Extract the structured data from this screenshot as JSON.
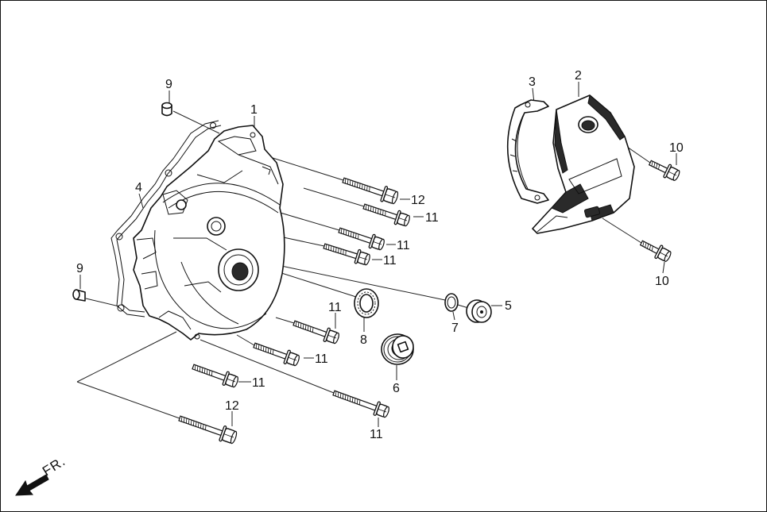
{
  "diagram": {
    "callouts": [
      "9",
      "1",
      "3",
      "2",
      "10",
      "4",
      "12",
      "11",
      "11",
      "11",
      "9",
      "10",
      "5",
      "11",
      "7",
      "8",
      "11",
      "6",
      "11",
      "12",
      "11"
    ],
    "direction_label": "FR."
  }
}
